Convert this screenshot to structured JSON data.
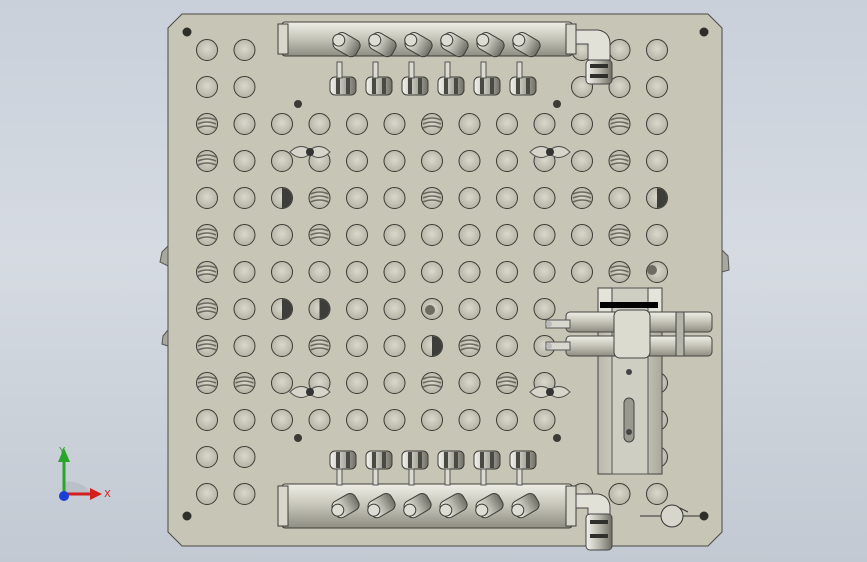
{
  "viewport": {
    "background_top": "#c9d0da",
    "background_bottom": "#c2c9d2"
  },
  "plate": {
    "color": "#c6c5b6",
    "edge_color": "#4a4a44",
    "hole_grid": {
      "rows": 13,
      "cols": 13
    }
  },
  "triad": {
    "x_label": "X",
    "y_label": "Y",
    "x_color": "#d41f1f",
    "y_color": "#2aa52a",
    "z_color": "#1b3fd9"
  },
  "manifolds": {
    "top_nozzle_count": 6,
    "bottom_nozzle_count": 6
  }
}
